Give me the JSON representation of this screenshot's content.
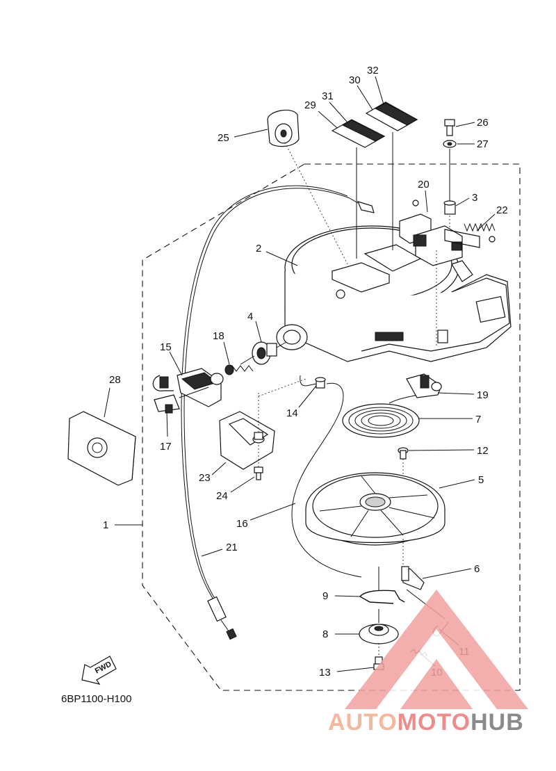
{
  "diagram_code": "6BP1100-H100",
  "fwd_label": "FWD",
  "watermark": {
    "part1": "AUTO",
    "part2": "MOTO",
    "part3": "HUB"
  },
  "callouts": [
    "1",
    "2",
    "3",
    "4",
    "5",
    "6",
    "7",
    "8",
    "9",
    "10",
    "11",
    "12",
    "13",
    "14",
    "15",
    "16",
    "17",
    "18",
    "19",
    "20",
    "21",
    "22",
    "23",
    "24",
    "25",
    "26",
    "27",
    "28",
    "29",
    "30",
    "31",
    "32"
  ]
}
